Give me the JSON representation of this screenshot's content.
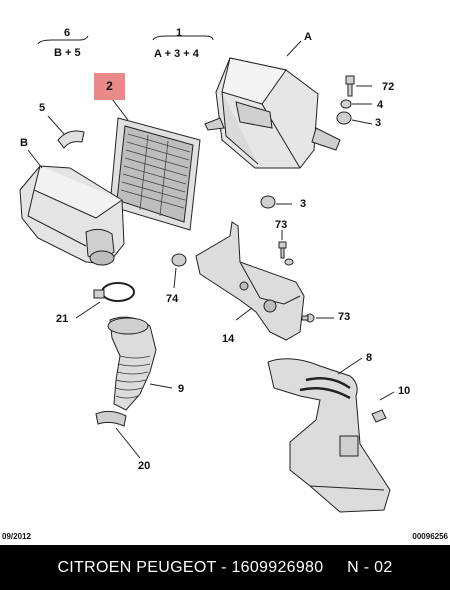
{
  "labels": {
    "group_6": "6",
    "group_6_formula": "B + 5",
    "group_1": "1",
    "group_1_formula": "A + 3 + 4",
    "part_A": "A",
    "part_2": "2",
    "part_5": "5",
    "part_B": "B",
    "part_72": "72",
    "part_4": "4",
    "part_3a": "3",
    "part_3b": "3",
    "part_73a": "73",
    "part_73b": "73",
    "part_74": "74",
    "part_21": "21",
    "part_14": "14",
    "part_8": "8",
    "part_9": "9",
    "part_10": "10",
    "part_20": "20"
  },
  "footer": {
    "date_code": "09/2012",
    "ref_code": "00096256",
    "caption": "CITROEN PEUGEOT - 1609926980     N - 02"
  },
  "colors": {
    "highlight": "#e88a8a",
    "footer_bg": "#000000",
    "footer_text": "#ffffff"
  }
}
